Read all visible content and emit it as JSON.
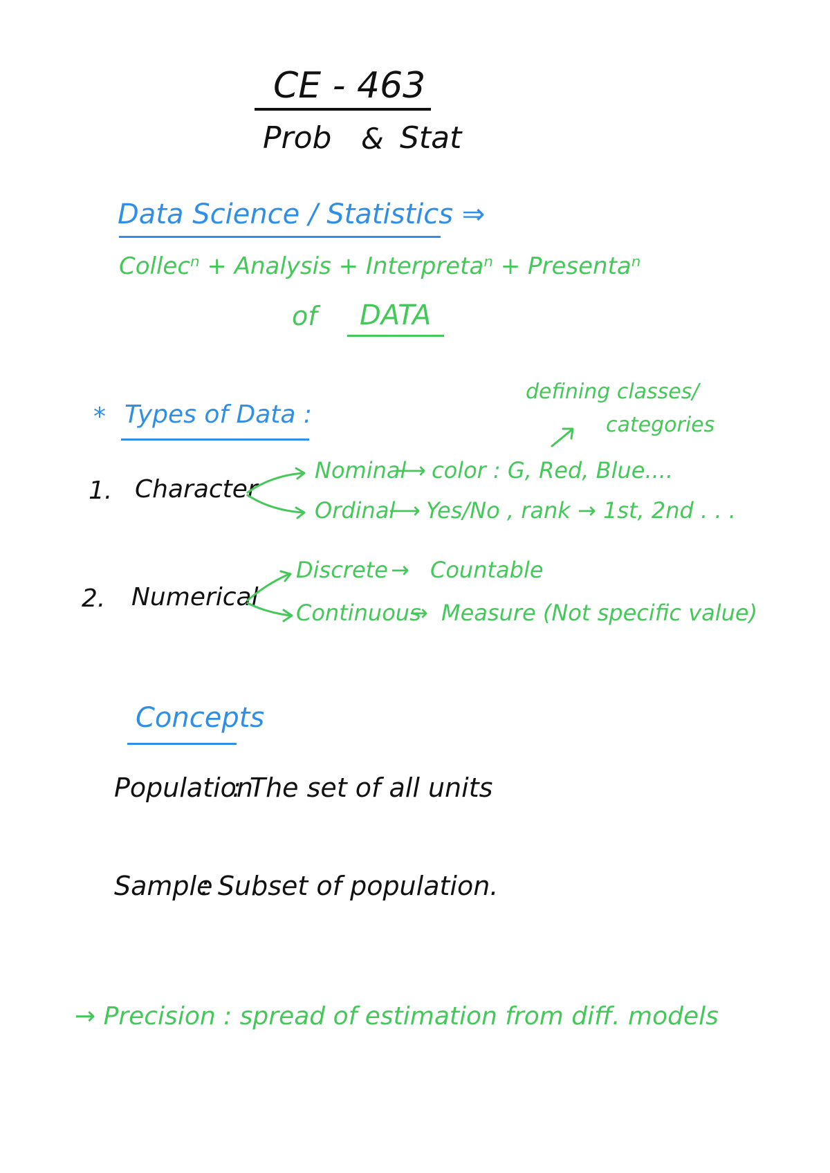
{
  "header": {
    "course_code": "CE - 463",
    "course_title_prob": "Prob",
    "course_title_amp": "&",
    "course_title_stat": "Stat"
  },
  "definition": {
    "heading": "Data Science / Statistics ⇒",
    "body": "Collecⁿ + Analysis + Interpretaⁿ + Presentaⁿ",
    "of_label": "of",
    "data_word": "DATA"
  },
  "types_of_data": {
    "bullet": "*",
    "heading": "Types of Data :",
    "annotation_line1": "defining classes/",
    "annotation_line2": "categories",
    "items": [
      {
        "number": "1.",
        "label": "Character",
        "branches": [
          {
            "name": "Nominal",
            "arrow": "⟶",
            "detail": "color : G, Red, Blue...."
          },
          {
            "name": "Ordinal",
            "arrow": "⟶",
            "detail": "Yes/No , rank → 1st, 2nd . . ."
          }
        ]
      },
      {
        "number": "2.",
        "label": "Numerical",
        "branches": [
          {
            "name": "Discrete",
            "arrow": "→",
            "detail": "Countable"
          },
          {
            "name": "Continuous",
            "arrow": "→",
            "detail": "Measure (Not specific value)"
          }
        ]
      }
    ]
  },
  "concepts": {
    "heading": "Concepts",
    "population_term": "Population",
    "population_def": ": The set of all units",
    "sample_term": "Sample",
    "sample_def": ": Subset of population.",
    "precision_line": "→ Precision : spread of estimation from diff. models"
  },
  "colors": {
    "ink_black": "#111111",
    "ink_blue": "#2f8fe6",
    "ink_green": "#45c85a"
  }
}
